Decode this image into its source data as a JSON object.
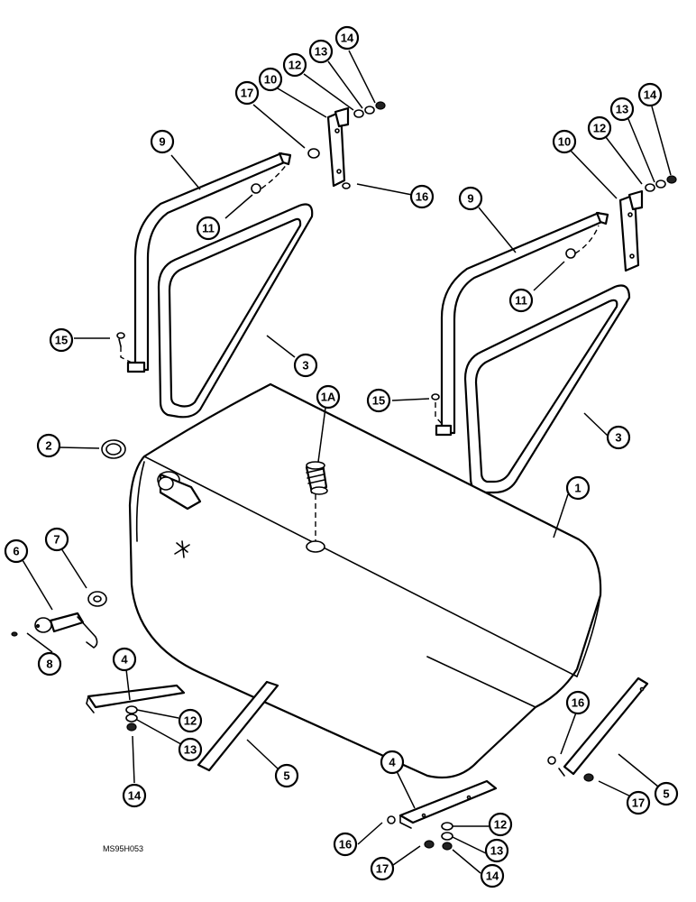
{
  "drawing_code": "MS95H053",
  "callouts": [
    {
      "id": "c-1",
      "label": "1"
    },
    {
      "id": "c-1a",
      "label": "1A"
    },
    {
      "id": "c-2",
      "label": "2"
    },
    {
      "id": "c-3a",
      "label": "3"
    },
    {
      "id": "c-3b",
      "label": "3"
    },
    {
      "id": "c-4a",
      "label": "4"
    },
    {
      "id": "c-4b",
      "label": "4"
    },
    {
      "id": "c-5a",
      "label": "5"
    },
    {
      "id": "c-5b",
      "label": "5"
    },
    {
      "id": "c-6",
      "label": "6"
    },
    {
      "id": "c-7",
      "label": "7"
    },
    {
      "id": "c-8",
      "label": "8"
    },
    {
      "id": "c-9a",
      "label": "9"
    },
    {
      "id": "c-9b",
      "label": "9"
    },
    {
      "id": "c-10a",
      "label": "10"
    },
    {
      "id": "c-10b",
      "label": "10"
    },
    {
      "id": "c-11a",
      "label": "11"
    },
    {
      "id": "c-11b",
      "label": "11"
    },
    {
      "id": "c-12a",
      "label": "12"
    },
    {
      "id": "c-12b",
      "label": "12"
    },
    {
      "id": "c-12c",
      "label": "12"
    },
    {
      "id": "c-12d",
      "label": "12"
    },
    {
      "id": "c-13a",
      "label": "13"
    },
    {
      "id": "c-13b",
      "label": "13"
    },
    {
      "id": "c-13c",
      "label": "13"
    },
    {
      "id": "c-13d",
      "label": "13"
    },
    {
      "id": "c-14a",
      "label": "14"
    },
    {
      "id": "c-14b",
      "label": "14"
    },
    {
      "id": "c-14c",
      "label": "14"
    },
    {
      "id": "c-14d",
      "label": "14"
    },
    {
      "id": "c-15a",
      "label": "15"
    },
    {
      "id": "c-15b",
      "label": "15"
    },
    {
      "id": "c-16a",
      "label": "16"
    },
    {
      "id": "c-16b",
      "label": "16"
    },
    {
      "id": "c-16c",
      "label": "16"
    },
    {
      "id": "c-17a",
      "label": "17"
    },
    {
      "id": "c-17b",
      "label": "17"
    },
    {
      "id": "c-17c",
      "label": "17"
    }
  ]
}
